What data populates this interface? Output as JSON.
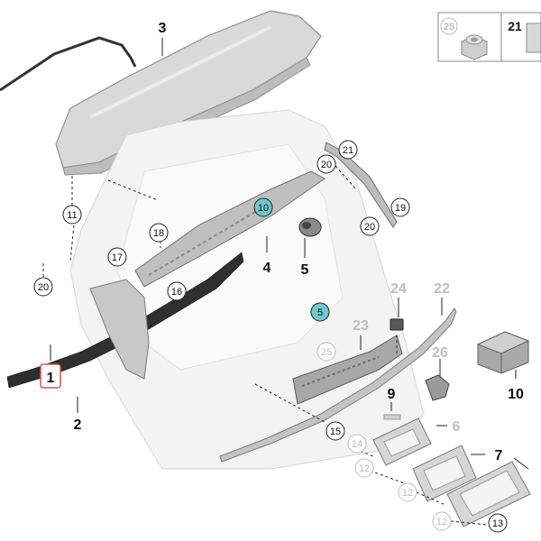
{
  "labels": {
    "p1": "1",
    "p2": "2",
    "p3": "3",
    "p4": "4",
    "p5": "5",
    "p6": "6",
    "p7": "7",
    "p9": "9",
    "p10": "10",
    "p22": "22",
    "p23": "23",
    "p24": "24",
    "p26": "26"
  },
  "callouts": {
    "c11": "11",
    "c17": "17",
    "c18": "18",
    "c20a": "20",
    "c16": "16",
    "c10": "10",
    "c21": "21",
    "c20b": "20",
    "c20c": "20",
    "c19": "19",
    "c5": "5",
    "c25": "25",
    "c15": "15",
    "c14": "14",
    "c12a": "12",
    "c12b": "12",
    "c12c": "12",
    "c13": "13"
  },
  "inset": {
    "left": "25",
    "right": "21"
  },
  "colors": {
    "highlight_callout": "#6fc7cf",
    "selected_box": "#d9534f",
    "part_gray": "#d3d3d3",
    "outline_gray": "#9a9a9a"
  }
}
